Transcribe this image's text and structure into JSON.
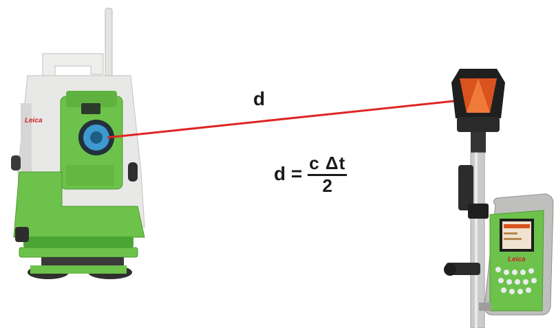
{
  "labels": {
    "distance": "d",
    "formula_lhs": "d =",
    "formula_numerator": "c  Δt",
    "formula_denominator": "2"
  },
  "device_logos": {
    "total_station": "Leica",
    "controller": "Leica"
  },
  "colors": {
    "laser_beam": "#e02424",
    "instrument_green": "#6cc24a",
    "instrument_white": "#e8e8e6",
    "prism_orange": "#d9531e"
  },
  "icons": [
    "total-station-icon",
    "prism-pole-icon",
    "controller-icon"
  ]
}
